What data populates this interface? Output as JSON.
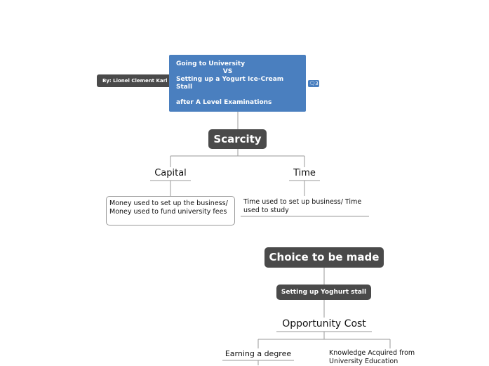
{
  "root": {
    "line1": "Going to University",
    "line2": "VS",
    "line3": "Setting up a Yogurt Ice-Cream",
    "line4": "Stall",
    "line5": "after A Level Examinations"
  },
  "author_label": "By: Lionel Clement Karl I",
  "comment_badge": "3",
  "scarcity": {
    "label": "Scarcity",
    "capital": {
      "label": "Capital",
      "note": "Money used to set up the business/ Money used to fund university fees"
    },
    "time": {
      "label": "Time",
      "note": "Time used to set up business/ Time used to study"
    }
  },
  "choice": {
    "label": "Choice to be made",
    "selected": "Setting up Yoghurt stall",
    "opportunity_cost": {
      "label": "Opportunity Cost",
      "items": [
        "Earning a degree",
        "Knowledge Acquired from University Education"
      ]
    }
  },
  "colors": {
    "root_fill": "#4a7fbf",
    "dark_node": "#4a4a4a",
    "connector": "#9a9a9a"
  }
}
